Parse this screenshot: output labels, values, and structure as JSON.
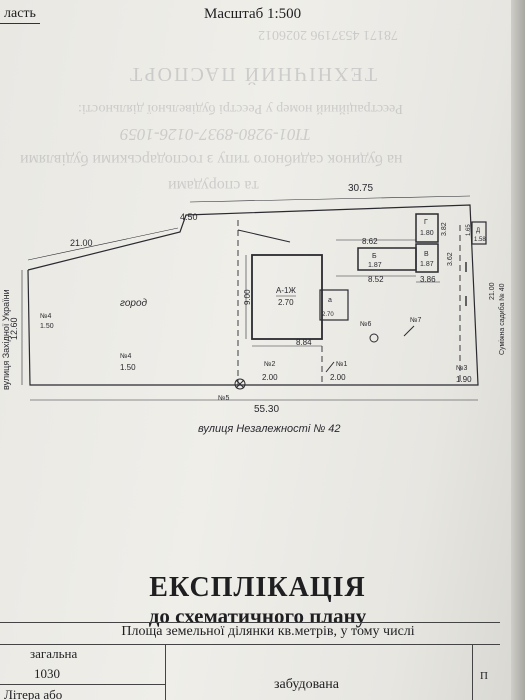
{
  "header": {
    "corner_left": "ласть",
    "scale": "Масштаб 1:500",
    "bleed_number": "78171 4537196 2026012"
  },
  "bleed_through": [
    "ТЕХНІЧНИЙ ПАСПОРТ",
    "Реєстраційний номер у Реєстрі будівельної діяльності:",
    "ТІ01-9280-8937-0126-1059",
    "на будинок садибного типу з господарськими будівлями",
    "та спорудами"
  ],
  "plan": {
    "dim_top": "30.75",
    "dim_left_top": "21.00",
    "dim_diag": "4.50",
    "dim_left": "12.60",
    "dim_bottom": "55.30",
    "dim_right": "21.00",
    "street_left": "вулиця Західної України",
    "street_bottom": "вулиця Незалежності № 42",
    "street_right": "Суміжна садиба № 40",
    "garden": "город",
    "main_building": {
      "label": "А-1Ж",
      "height": "2.70",
      "dim_v": "9.00",
      "dim_h": "8.84"
    },
    "porch": {
      "label": "а",
      "height": "2.70"
    },
    "b_building": {
      "label": "Б",
      "height": "1.87",
      "dim_top": "8.62",
      "dim_bottom": "8.52"
    },
    "v_building": {
      "label": "В",
      "height": "1.87",
      "dim": "3.86",
      "dim_side": "3.62"
    },
    "g_building": {
      "label": "Г",
      "height": "1.80",
      "dim_side": "3.82"
    },
    "d_building": {
      "label": "Д",
      "height": "1.58",
      "dim": "1.65"
    },
    "structures": [
      {
        "num": "№4",
        "val": "1.50"
      },
      {
        "num": "№4",
        "val": "1.50"
      },
      {
        "num": "№2",
        "val": "2.00"
      },
      {
        "num": "№1",
        "val": "2.00"
      },
      {
        "num": "№3",
        "val": "1.90"
      },
      {
        "num": "№5",
        "val": ""
      },
      {
        "num": "№6",
        "val": ""
      },
      {
        "num": "№7",
        "val": ""
      }
    ]
  },
  "explication": {
    "title": "ЕКСПЛІКАЦІЯ",
    "subtitle": "до схематичного плану",
    "table": {
      "header": "Площа земельної ділянки кв.метрів, у тому числі",
      "col_total": "загальна",
      "total_value": "1030",
      "col_built": "забудована",
      "row_litera": "Літера або",
      "side_label": "П"
    }
  }
}
